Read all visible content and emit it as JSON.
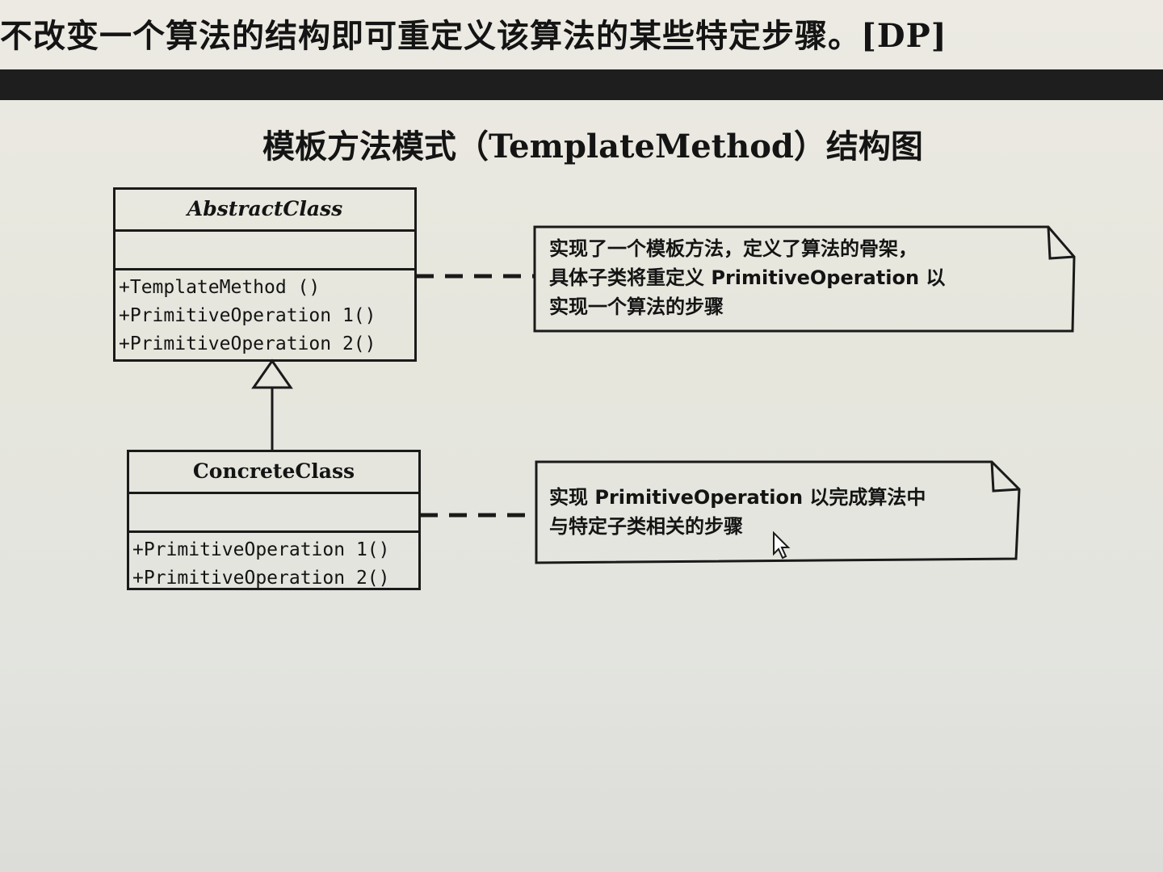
{
  "header": {
    "text": "不改变一个算法的结构即可重定义该算法的某些特定步骤。[DP]"
  },
  "diagram": {
    "title": "模板方法模式（TemplateMethod）结构图",
    "abstract_class": {
      "name": "AbstractClass",
      "operations": [
        "+TemplateMethod ()",
        "+PrimitiveOperation 1()",
        "+PrimitiveOperation 2()"
      ]
    },
    "concrete_class": {
      "name": "ConcreteClass",
      "operations": [
        "+PrimitiveOperation 1()",
        "+PrimitiveOperation 2()"
      ]
    },
    "note_abstract": {
      "lines": [
        "实现了一个模板方法，定义了算法的骨架，",
        "具体子类将重定义 PrimitiveOperation 以",
        "实现一个算法的步骤"
      ]
    },
    "note_concrete": {
      "lines": [
        "实现 PrimitiveOperation 以完成算法中",
        "与特定子类相关的步骤"
      ]
    }
  }
}
